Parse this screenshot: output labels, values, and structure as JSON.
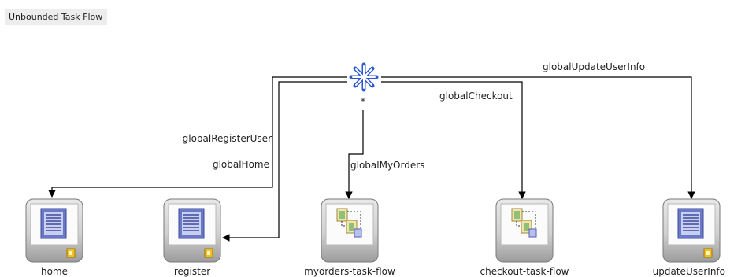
{
  "diagram": {
    "title": "Unbounded Task Flow",
    "wildcard": {
      "label": "*",
      "icon": "wildcard-control-flow-icon"
    },
    "nodes": [
      {
        "id": "home",
        "label": "home",
        "kind": "view",
        "icon": "view-page-icon"
      },
      {
        "id": "register",
        "label": "register",
        "kind": "view",
        "icon": "view-page-icon"
      },
      {
        "id": "myorders",
        "label": "myorders-task-flow",
        "kind": "task-flow-call",
        "icon": "task-flow-call-icon"
      },
      {
        "id": "checkout",
        "label": "checkout-task-flow",
        "kind": "task-flow-call",
        "icon": "task-flow-call-icon"
      },
      {
        "id": "updateUserInfo",
        "label": "updateUserInfo",
        "kind": "view",
        "icon": "view-page-icon"
      }
    ],
    "flows": [
      {
        "label": "globalHome",
        "to": "home"
      },
      {
        "label": "globalRegisterUser",
        "to": "register"
      },
      {
        "label": "globalMyOrders",
        "to": "myorders"
      },
      {
        "label": "globalCheckout",
        "to": "checkout"
      },
      {
        "label": "globalUpdateUserInfo",
        "to": "updateUserInfo"
      }
    ],
    "colors": {
      "wildcard": "#2c56d6",
      "node_border": "#7a7a7a",
      "page_icon": "#6a78c8",
      "badge": "#f0c020",
      "line": "#000000"
    }
  }
}
